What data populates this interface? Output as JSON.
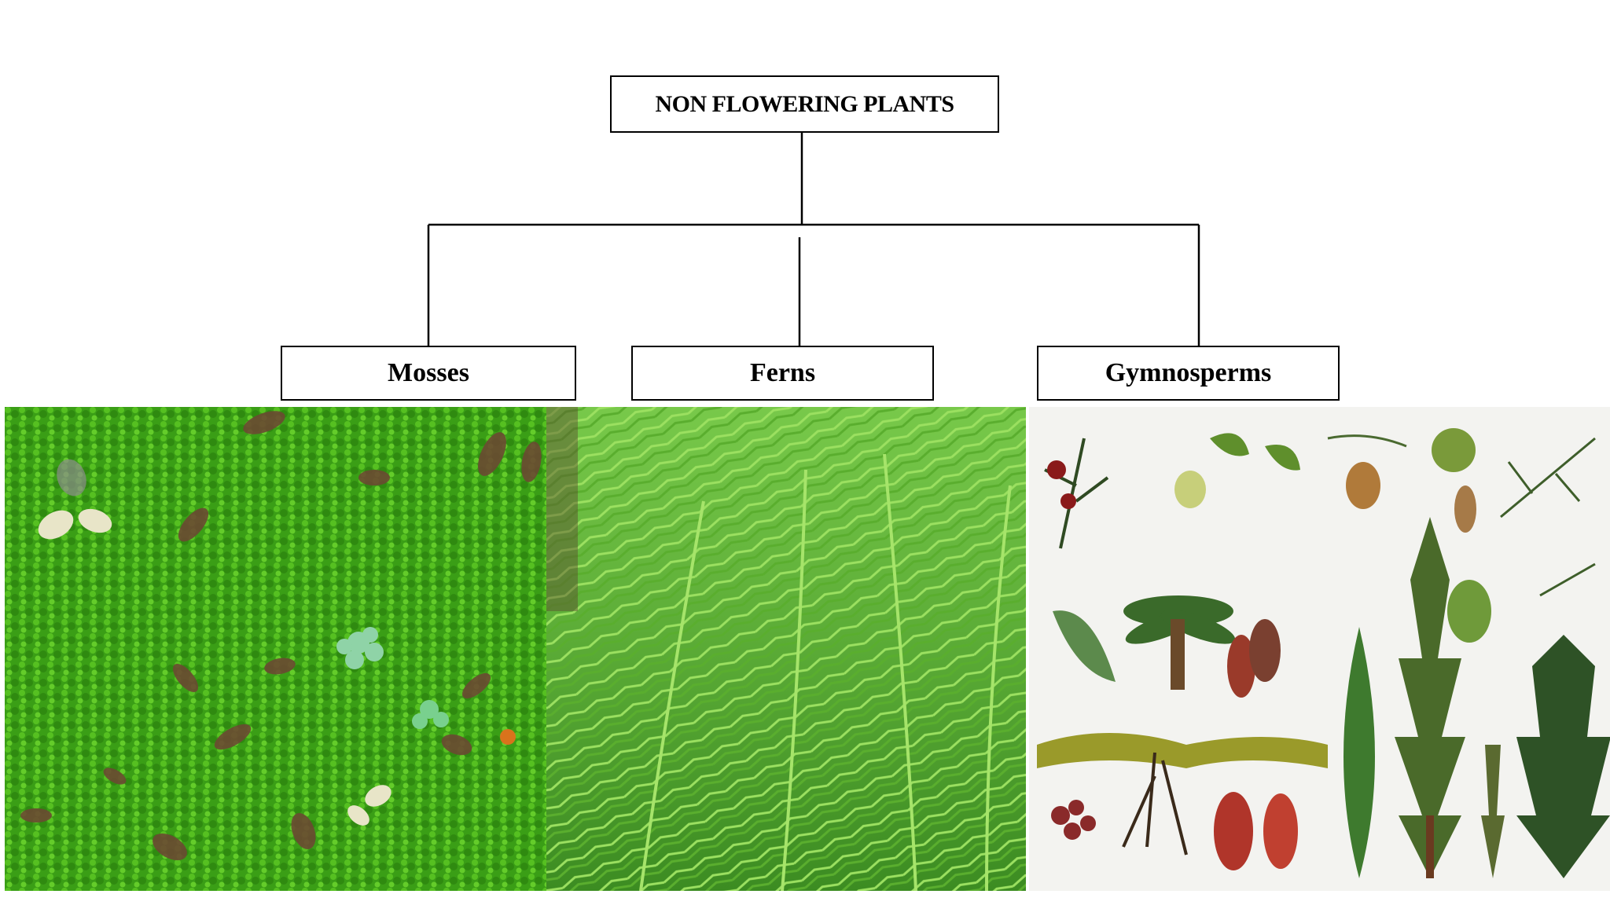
{
  "diagram": {
    "root": {
      "label": "NON FLOWERING PLANTS"
    },
    "children": [
      {
        "label": "Mosses"
      },
      {
        "label": "Ferns"
      },
      {
        "label": "Gymnosperms"
      }
    ]
  },
  "colors": {
    "moss_green": "#3fa61a",
    "fern_green": "#6cc23a",
    "gymno_background": "#f3f3f0",
    "line": "#000000"
  }
}
